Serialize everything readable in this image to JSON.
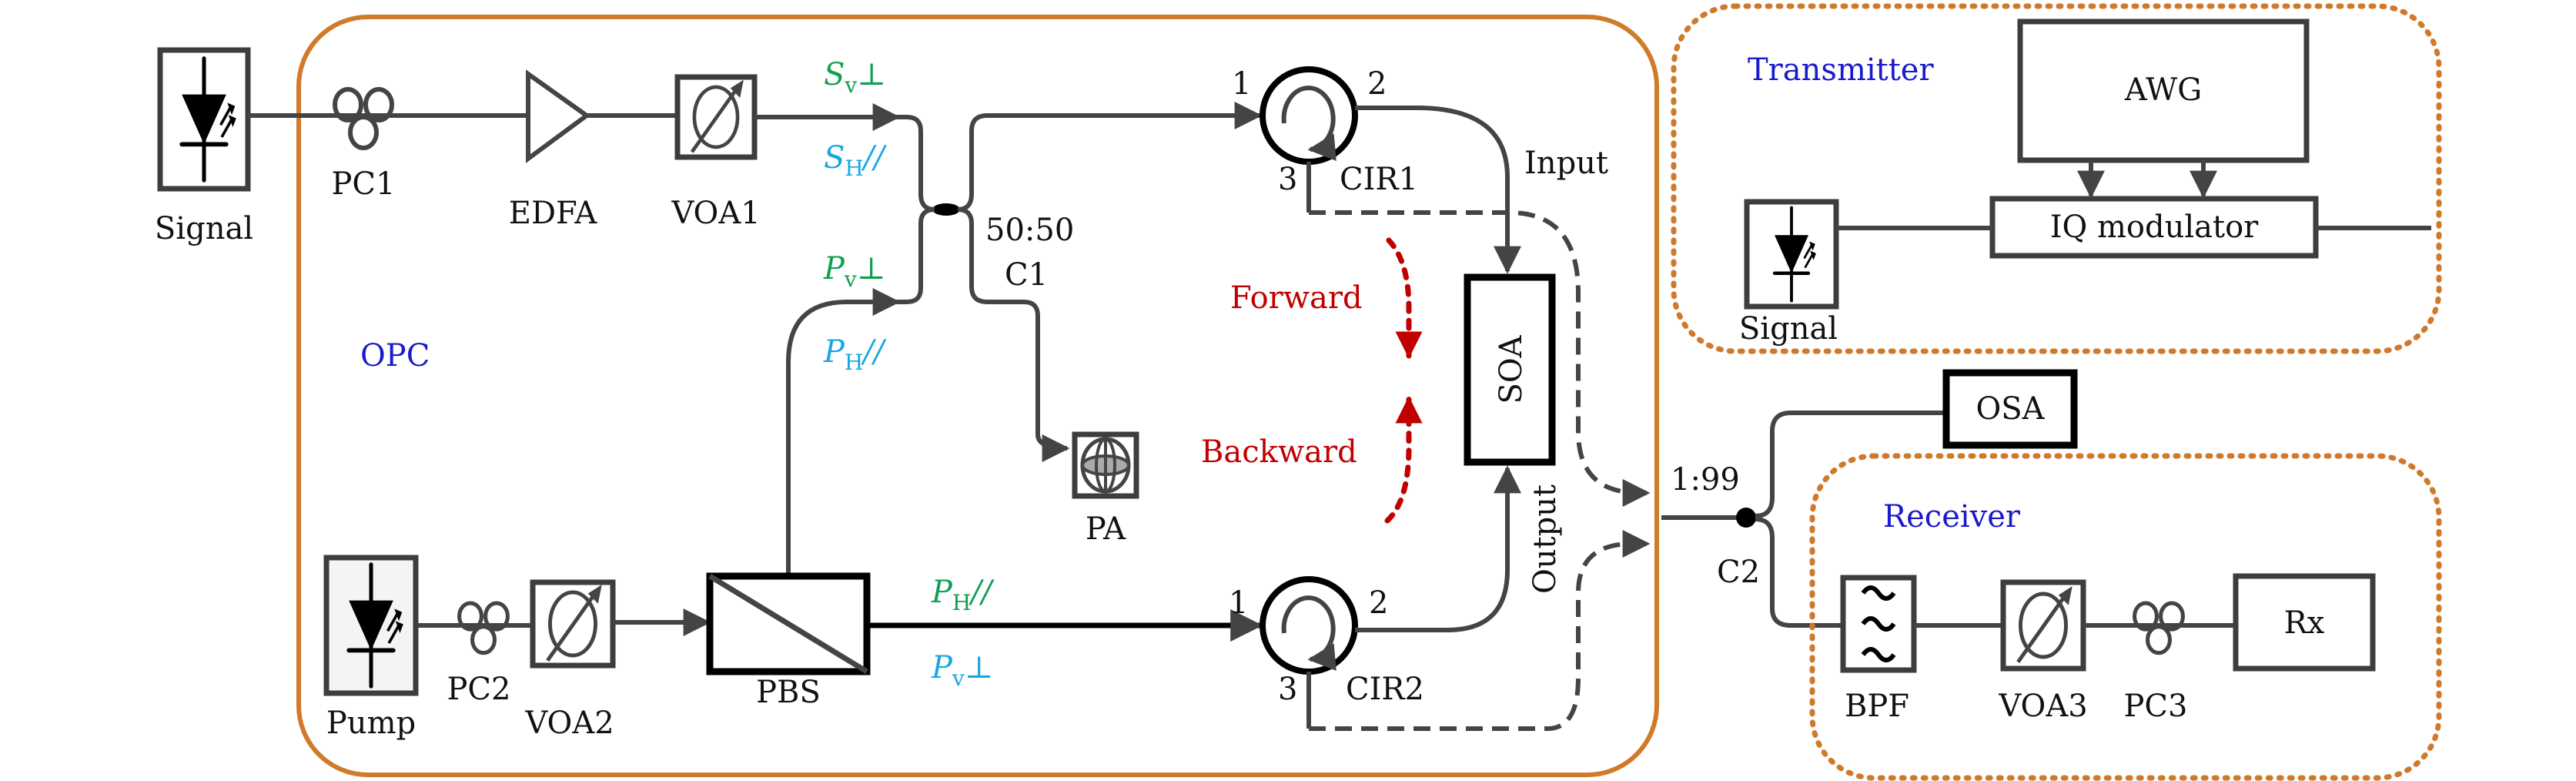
{
  "opc": {
    "title": "OPC",
    "signal_label": "Signal",
    "pump_label": "Pump",
    "pc1": "PC1",
    "pc2": "PC2",
    "edfa": "EDFA",
    "voa1": "VOA1",
    "voa2": "VOA2",
    "pbs": "PBS",
    "pa": "PA",
    "coupler_ratio": "50:50",
    "coupler_name": "C1",
    "cir1": "CIR1",
    "cir2": "CIR2",
    "port1": "1",
    "port2": "2",
    "port3": "3",
    "soa": "SOA",
    "input": "Input",
    "output": "Output",
    "forward": "Forward",
    "backward": "Backward",
    "pol": {
      "sv_main": "S",
      "sv_sub": "v",
      "sv_sym": "⊥",
      "sh_main": "S",
      "sh_sub": "H",
      "sh_sym": "//",
      "pv_main": "P",
      "pv_sub": "v",
      "pv_sym": "⊥",
      "ph_main": "P",
      "ph_sub": "H",
      "ph_sym": "//"
    }
  },
  "transmitter": {
    "title": "Transmitter",
    "awg": "AWG",
    "iq": "IQ modulator",
    "signal_label": "Signal"
  },
  "monitor": {
    "coupler_ratio": "1:99",
    "coupler_name": "C2",
    "osa": "OSA"
  },
  "receiver": {
    "title": "Receiver",
    "bpf": "BPF",
    "voa3": "VOA3",
    "pc3": "PC3",
    "rx": "Rx"
  },
  "colors": {
    "frame": "#d07a2a",
    "section_title": "#1a1acc",
    "direction": "#c00000",
    "pol_v_signal": "#10a050",
    "pol_h": "#19a8e0"
  }
}
